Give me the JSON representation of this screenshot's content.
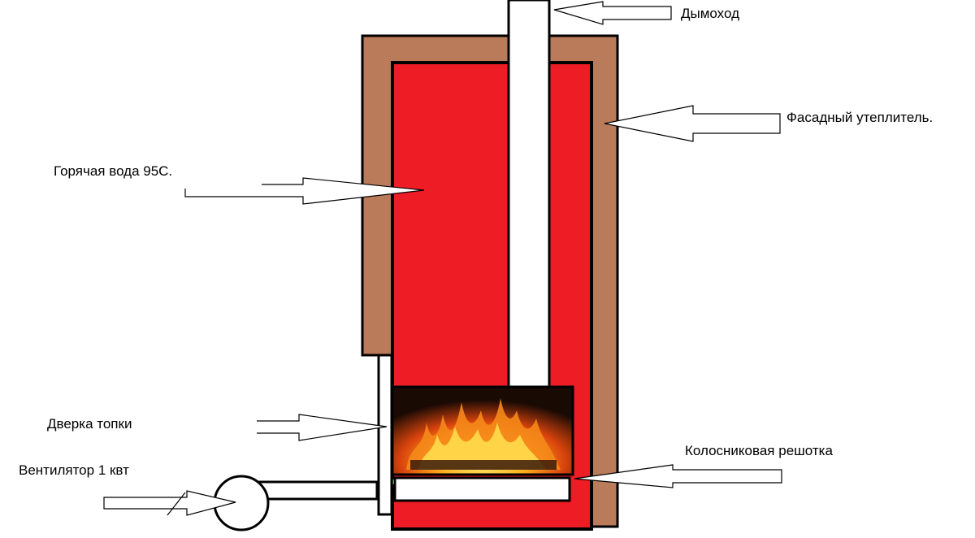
{
  "labels": {
    "chimney": "Дымоход",
    "insulation": "Фасадный утеплитель.",
    "hot_water": "Горячая вода 95С.",
    "furnace_door": "Дверка топки",
    "grate": "Колосниковая решотка",
    "fan": "Вентилятор 1 квт"
  },
  "colors": {
    "insulation": "#b97b5a",
    "hot_water": "#ee1c24",
    "outline": "#000000",
    "fire": "#f58a1a",
    "firebox": "#1a0a04"
  }
}
